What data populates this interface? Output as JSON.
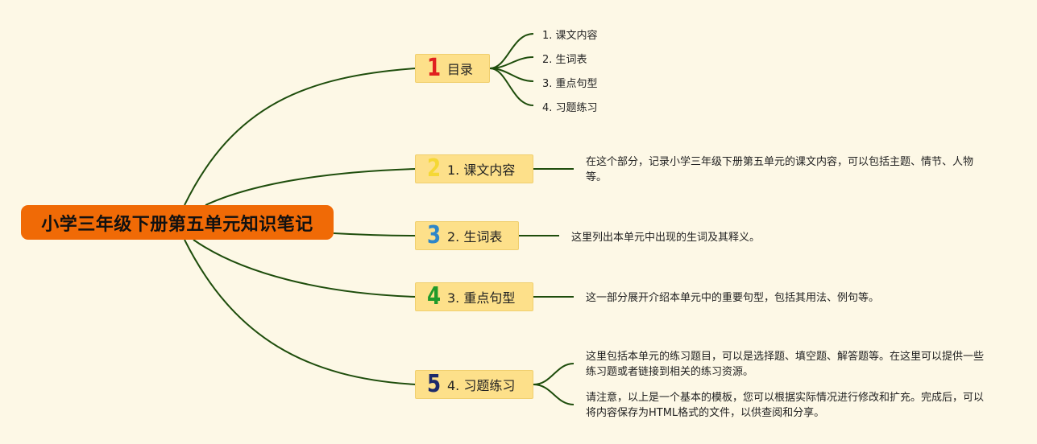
{
  "root": {
    "title": "小学三年级下册第五单元知识笔记"
  },
  "branches": [
    {
      "number": "1",
      "label": "目录",
      "color": "#e02020"
    },
    {
      "number": "2",
      "label": "1. 课文内容",
      "color": "#f5d835"
    },
    {
      "number": "3",
      "label": "2. 生词表",
      "color": "#2e86c9"
    },
    {
      "number": "4",
      "label": "3. 重点句型",
      "color": "#1f9a2a"
    },
    {
      "number": "5",
      "label": "4. 习题练习",
      "color": "#1d2a6b"
    }
  ],
  "toc": [
    "1. 课文内容",
    "2. 生词表",
    "3. 重点句型",
    "4. 习题练习"
  ],
  "notes": {
    "lesson": "在这个部分，记录小学三年级下册第五单元的课文内容，可以包括主题、情节、人物等。",
    "vocab": "这里列出本单元中出现的生词及其释义。",
    "sentences": "这一部分展开介绍本单元中的重要句型，包括其用法、例句等。",
    "exercise_1": "这里包括本单元的练习题目，可以是选择题、填空题、解答题等。在这里可以提供一些练习题或者链接到相关的练习资源。",
    "exercise_2": "请注意，以上是一个基本的模板，您可以根据实际情况进行修改和扩充。完成后，可以将内容保存为HTML格式的文件，以供查阅和分享。"
  },
  "colors": {
    "background": "#fdf8e6",
    "root": "#f06a06",
    "branch": "#fde08a",
    "line": "#1e4d0c"
  }
}
